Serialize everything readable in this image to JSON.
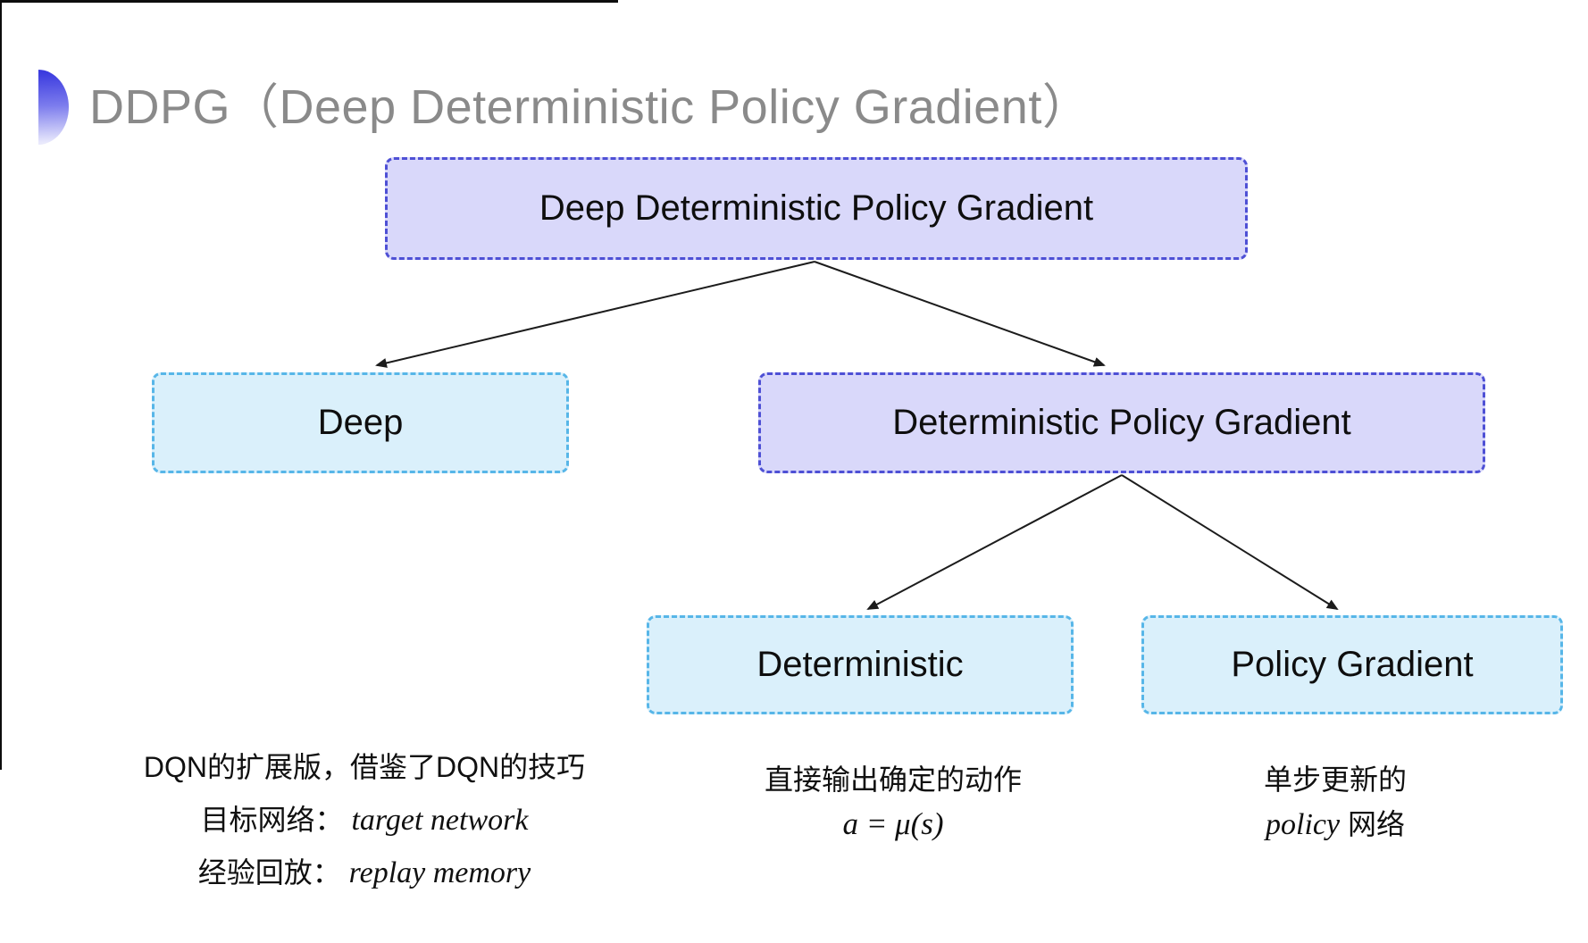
{
  "header": {
    "title": "DDPG（Deep Deterministic Policy Gradient）",
    "title_color": "#8a8a8a"
  },
  "diagram": {
    "nodes": {
      "root": "Deep Deterministic Policy Gradient",
      "deep": "Deep",
      "dpg": "Deterministic Policy Gradient",
      "deterministic": "Deterministic",
      "policy_gradient": "Policy Gradient"
    },
    "colors": {
      "purple_fill": "#d9d8fa",
      "purple_border": "#4e50d5",
      "blue_fill": "#daf0fb",
      "blue_border": "#57b6e8",
      "arrow": "#1c1c1c",
      "bullet_top": "#3b3bdf",
      "bullet_bottom": "#e9e9fc"
    }
  },
  "notes": {
    "deep": {
      "line1": "DQN的扩展版，借鉴了DQN的技巧",
      "target_label": "目标网络：",
      "target_value": "target network",
      "replay_label": "经验回放：",
      "replay_value": "replay memory"
    },
    "deterministic": {
      "line1": "直接输出确定的动作",
      "formula": "a = μ(s)"
    },
    "policy_gradient": {
      "line1": "单步更新的",
      "word_italic": "policy",
      "word_rest": " 网络"
    }
  }
}
